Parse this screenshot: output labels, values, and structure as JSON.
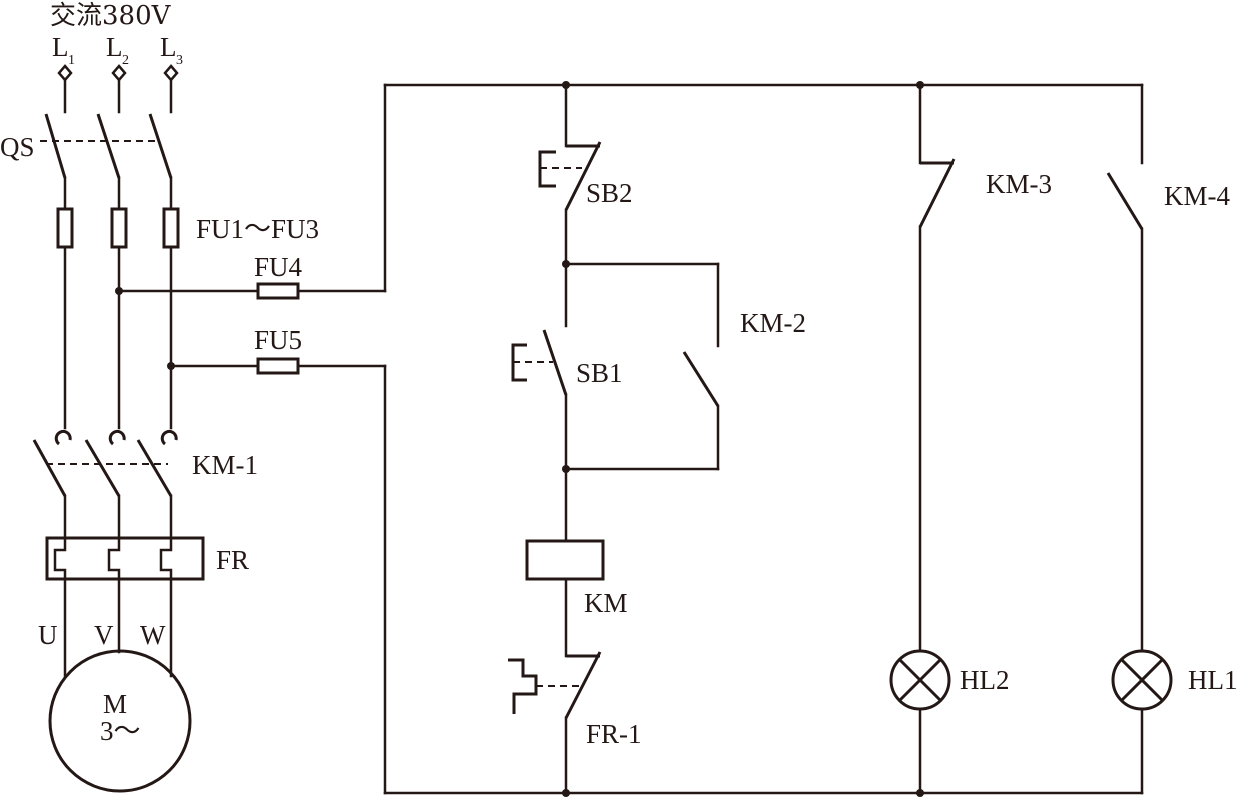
{
  "supply": {
    "title": "交流380V",
    "phases": [
      {
        "letter": "L",
        "index": "1"
      },
      {
        "letter": "L",
        "index": "2"
      },
      {
        "letter": "L",
        "index": "3"
      }
    ]
  },
  "labels": {
    "qs": "QS",
    "fu_main": "FU1～FU3",
    "fu4": "FU4",
    "fu5": "FU5",
    "km1": "KM-1",
    "fr": "FR",
    "u": "U",
    "v": "V",
    "w": "W",
    "motor_m": "M",
    "motor_type": "3～",
    "sb2": "SB2",
    "km2": "KM-2",
    "sb1": "SB1",
    "km_coil": "KM",
    "fr1": "FR-1",
    "km3": "KM-3",
    "km4": "KM-4",
    "hl2": "HL2",
    "hl1": "HL1"
  },
  "colors": {
    "ink": "#231815",
    "background": "#ffffff"
  }
}
